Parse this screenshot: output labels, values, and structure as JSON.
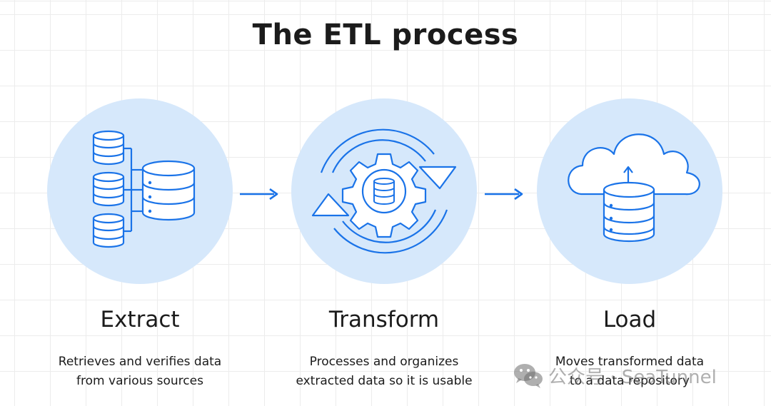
{
  "title": "The ETL process",
  "colors": {
    "accent": "#1a73e8",
    "circle_fill": "#d6e8fb",
    "icon_fill": "#ffffff",
    "text": "#1b1b1b",
    "grid": "#e6e6e6"
  },
  "stages": [
    {
      "title": "Extract",
      "desc_line1": "Retrieves and verifies data",
      "desc_line2": "from various sources",
      "icon": "database-sources-merge-icon"
    },
    {
      "title": "Transform",
      "desc_line1": "Processes and organizes",
      "desc_line2": "extracted data so it is usable",
      "icon": "gear-cycle-database-icon"
    },
    {
      "title": "Load",
      "desc_line1": "Moves transformed data",
      "desc_line2": "to a data repository",
      "icon": "cloud-upload-database-icon"
    }
  ],
  "connectors": [
    {
      "icon": "arrow-right-icon"
    },
    {
      "icon": "arrow-right-icon"
    }
  ],
  "watermark": {
    "icon": "wechat-icon",
    "text": "公众号 · SeaTunnel"
  }
}
